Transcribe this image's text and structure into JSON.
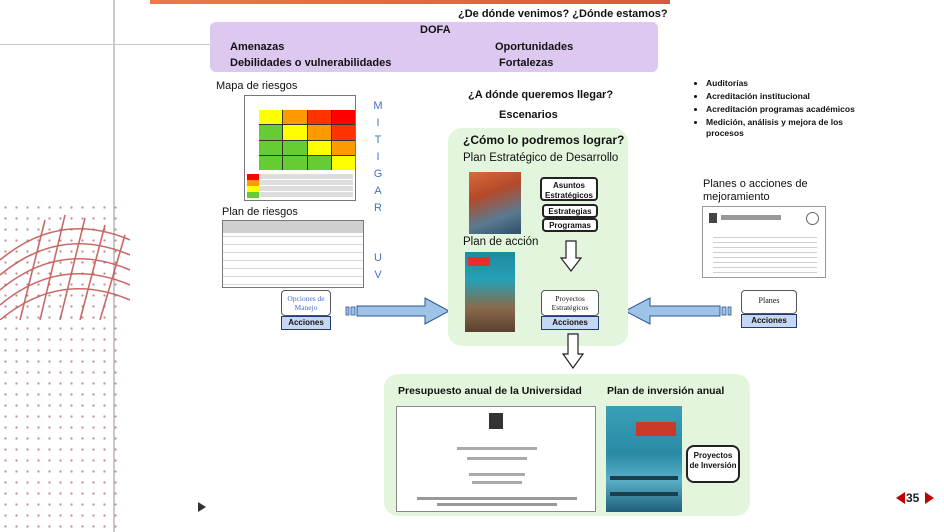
{
  "header": {
    "title_partial": "...",
    "question_where": "¿De dónde venimos? ¿Dónde estamos?"
  },
  "dofa": {
    "title": "DOFA",
    "amenazas": "Amenazas",
    "debilidades": "Debilidades o vulnerabilidades",
    "oportunidades": "Oportunidades",
    "fortalezas": "Fortalezas"
  },
  "left": {
    "mapa_riesgos": "Mapa de riesgos",
    "plan_riesgos": "Plan de riesgos",
    "vertical_letters": [
      "M",
      "I",
      "T",
      "I",
      "G",
      "A",
      "R"
    ],
    "uv_letters": [
      "U",
      "V"
    ],
    "opciones_manejo": "Opciones de Manejo",
    "acciones": "Acciones"
  },
  "center": {
    "question_llegar": "¿A dónde queremos llegar?",
    "escenarios": "Escenarios",
    "question_lograr": "¿Cómo lo podremos lograr?",
    "plan_estrategico": "Plan Estratégico de Desarrollo",
    "asuntos": "Asuntos Estratégicos",
    "estrategias": "Estrategias",
    "programas": "Programas",
    "plan_accion": "Plan de acción",
    "proyectos_estrategicos": "Proyectos Estratégicos",
    "acciones": "Acciones"
  },
  "right": {
    "bullets": [
      "Auditorías",
      "Acreditación institucional",
      "Acreditación programas académicos",
      "Medición, análisis y mejora de los procesos"
    ],
    "planes_mejoramiento": "Planes o acciones de mejoramiento",
    "planes": "Planes",
    "acciones": "Acciones"
  },
  "bottom": {
    "presupuesto": "Presupuesto anual de la Universidad",
    "plan_inversion": "Plan de inversión anual",
    "proyectos_inversion": "Proyectos de Inversión"
  },
  "footer": {
    "page_number": "35"
  },
  "colors": {
    "dofa_bg": "#ddc8f0",
    "green_bg": "#e3f5dc",
    "blue_text": "#4472c4",
    "arrow_blue": "#9dc3e6",
    "accion_bg": "#c5d7f2",
    "nav_red": "#c00000"
  }
}
